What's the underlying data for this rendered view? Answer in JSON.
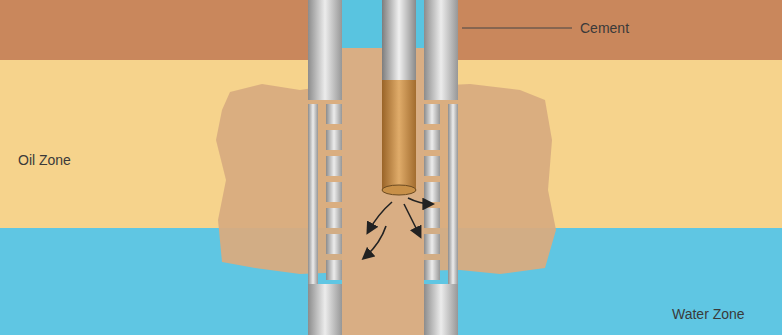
{
  "diagram": {
    "nodes": [
      {
        "text": [
          "Oil Zone"
        ]
      },
      {
        "text": [
          "Water Zone"
        ]
      }
    ],
    "labels": [
      "Cement"
    ]
  }
}
